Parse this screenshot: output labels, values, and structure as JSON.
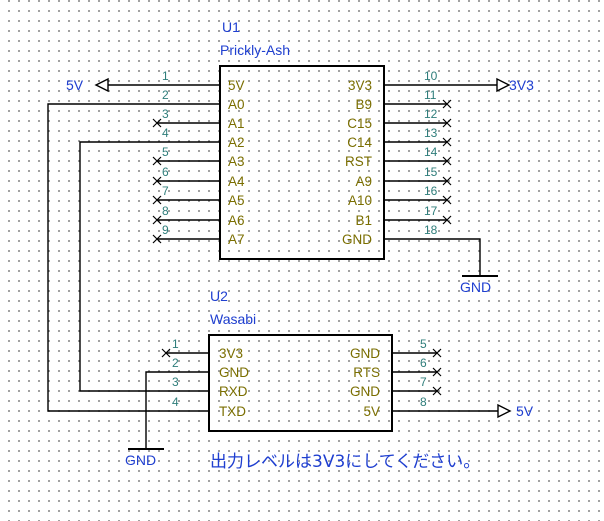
{
  "u1": {
    "ref": "U1",
    "name": "Prickly-Ash",
    "left_pins": [
      {
        "num": "1",
        "name": "5V"
      },
      {
        "num": "2",
        "name": "A0"
      },
      {
        "num": "3",
        "name": "A1"
      },
      {
        "num": "4",
        "name": "A2"
      },
      {
        "num": "5",
        "name": "A3"
      },
      {
        "num": "6",
        "name": "A4"
      },
      {
        "num": "7",
        "name": "A5"
      },
      {
        "num": "8",
        "name": "A6"
      },
      {
        "num": "9",
        "name": "A7"
      }
    ],
    "right_pins": [
      {
        "num": "10",
        "name": "3V3"
      },
      {
        "num": "11",
        "name": "B9"
      },
      {
        "num": "12",
        "name": "C15"
      },
      {
        "num": "13",
        "name": "C14"
      },
      {
        "num": "14",
        "name": "RST"
      },
      {
        "num": "15",
        "name": "A9"
      },
      {
        "num": "16",
        "name": "A10"
      },
      {
        "num": "17",
        "name": "B1"
      },
      {
        "num": "18",
        "name": "GND"
      }
    ]
  },
  "u2": {
    "ref": "U2",
    "name": "Wasabi",
    "left_pins": [
      {
        "num": "1",
        "name": "3V3"
      },
      {
        "num": "2",
        "name": "GND"
      },
      {
        "num": "3",
        "name": "RXD"
      },
      {
        "num": "4",
        "name": "TXD"
      }
    ],
    "right_pins": [
      {
        "num": "5",
        "name": "GND"
      },
      {
        "num": "6",
        "name": "RTS"
      },
      {
        "num": "7",
        "name": "GND"
      },
      {
        "num": "8",
        "name": "5V"
      }
    ]
  },
  "power": {
    "u1_5v": "5V",
    "u1_3v3": "3V3",
    "u1_gnd": "GND",
    "u2_5v": "5V",
    "u2_gnd": "GND"
  },
  "note": "出力レベルは3V3にしてください。"
}
